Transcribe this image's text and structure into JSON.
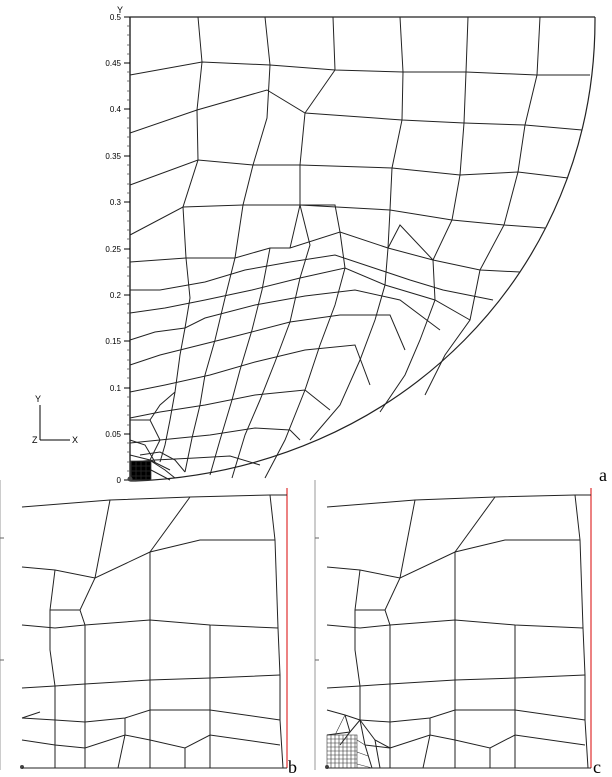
{
  "panel_a": {
    "label": "a",
    "y_axis_letter": "Y",
    "y_ticks": [
      "0.5",
      "0.45",
      "0.4",
      "0.35",
      "0.3",
      "0.25",
      "0.2",
      "0.15",
      "0.1",
      "0.05",
      "0"
    ],
    "triad": {
      "y": "Y",
      "z": "Z",
      "x": "X"
    }
  },
  "panel_b": {
    "label": "b"
  },
  "panel_c": {
    "label": "c"
  },
  "colors": {
    "mesh": "#222222",
    "boundary_red": "#e03030",
    "axis": "#000000"
  }
}
